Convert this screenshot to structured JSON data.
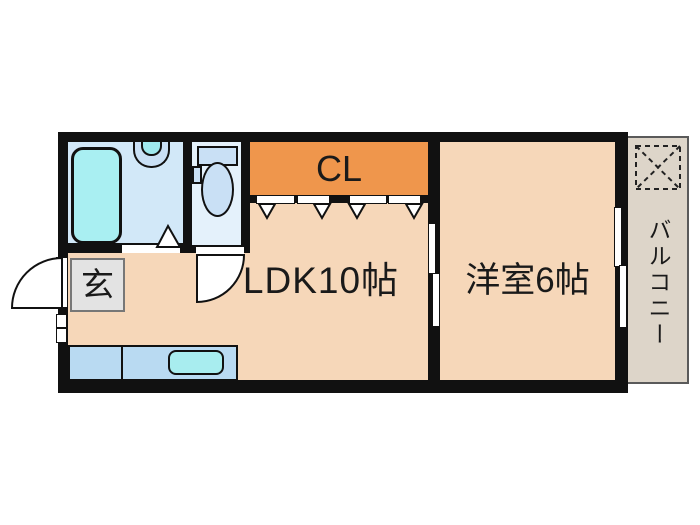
{
  "labels": {
    "closet": "CL",
    "ldk": "LDK10帖",
    "western_room": "洋室6帖",
    "entrance": "玄",
    "balcony": "バルコニー"
  },
  "colors": {
    "wall": "#111111",
    "floor_peach": "#F6D7B9",
    "closet_orange": "#EF964C",
    "washroom_blue": "#D2E8F8",
    "toilet_blue": "#E4F1FB",
    "fixture_blue": "#C9E0F5",
    "bathtub_cyan": "#A9EFF2",
    "counter_blue": "#B9DAF2",
    "sink_cyan": "#A8EDEF",
    "entrance_gray": "#E3E3E3",
    "balcony_gray": "#DDD5C9",
    "background": "#FFFFFF"
  }
}
